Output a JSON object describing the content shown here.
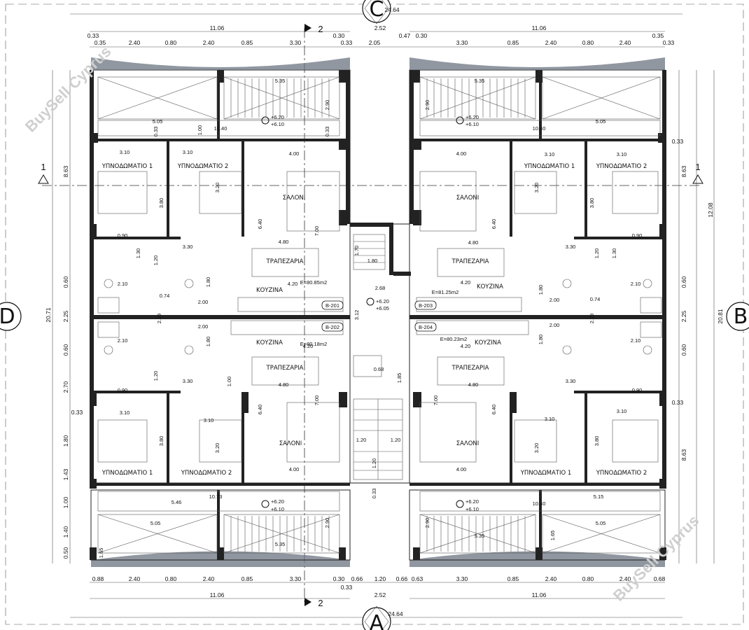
{
  "axes": {
    "top": "C",
    "bottom": "A",
    "left": "D",
    "right": "B"
  },
  "section_marks": {
    "vertical": "2",
    "horizontal": "1"
  },
  "watermarks": [
    "BuySell Cyprus",
    "BuySell Cyprus"
  ],
  "overall_dims": {
    "width": "24.64",
    "half_width": "11.06",
    "height": "20.71",
    "height_right": "20.81",
    "mid_top": "2.52",
    "mid_bottom": "2.52",
    "right_upper": "12.08"
  },
  "top_dims_row1": [
    "0.33",
    "0.35",
    "2.40",
    "0.80",
    "2.40",
    "0.85",
    "3.30",
    "0.33",
    "0.30",
    "2.05",
    "0.47",
    "0.30",
    "3.30",
    "0.85",
    "2.40",
    "0.80",
    "2.40",
    "0.35",
    "0.33"
  ],
  "bottom_dims_row": [
    "0.88",
    "2.40",
    "0.80",
    "2.40",
    "0.85",
    "3.30",
    "0.30",
    "0.66",
    "1.20",
    "0.66",
    "0.63",
    "3.30",
    "0.85",
    "2.40",
    "0.80",
    "2.40",
    "0.68"
  ],
  "bottom_dims_extra": [
    "0.33"
  ],
  "left_dims": [
    "8.63",
    "0.60",
    "2.25",
    "0.60",
    "2.70",
    "0.33",
    "1.80",
    "1.43",
    "1.00",
    "1.40",
    "0.50"
  ],
  "right_dims": [
    "0.33",
    "8.63",
    "0.60",
    "2.25",
    "0.60",
    "0.33",
    "8.63"
  ],
  "rooms": {
    "bedroom1": "ΥΠΝΟΔΩΜΑΤΙΟ 1",
    "bedroom2": "ΥΠΝΟΔΩΜΑΤΙΟ 2",
    "living": "ΣΑΛΟΝΙ",
    "dining": "ΤΡΑΠΕΖΑΡΙΑ",
    "kitchen": "ΚΟΥΖΙΝΑ"
  },
  "flats": {
    "b201": {
      "code": "B-201",
      "area": "E=80.85m2"
    },
    "b202": {
      "code": "B-202",
      "area": "E=80.18m2"
    },
    "b203": {
      "code": "B-203",
      "area": "E=81.25m2"
    },
    "b204": {
      "code": "B-204",
      "area": "E=80.23m2"
    }
  },
  "levels": {
    "upper": "+6.20",
    "lower": "+6.10",
    "stair_upper": "+6.20",
    "stair_lower": "+6.05"
  },
  "inner_dims": {
    "veranda_w": "5.35",
    "terrace_w": "5.05",
    "terrace_l": "10.40",
    "terrace_l_alt": "10.73",
    "terrace_w_alt": "5.46",
    "terrace_w_alt2": "5.15",
    "veranda_d": "2.90",
    "terrace_side": "1.00",
    "terrace_side2": "0.33",
    "bed_w": "3.10",
    "bed_d": "3.80",
    "bed2_d": "3.20",
    "living_w": "4.00",
    "living_d": "6.40",
    "living_d2": "7.00",
    "dining_w": "4.80",
    "kitchen_w": "4.20",
    "hall_w": "3.30",
    "wc_w": "2.00",
    "wc_d": "1.80",
    "shaft": "0.74",
    "shaft2": "2.19",
    "bath_w": "2.10",
    "small1": "0.90",
    "small2": "1.30",
    "small3": "1.20",
    "stair_w": "1.80",
    "stair_d": "1.70",
    "lobby_w": "2.68",
    "lobby_d": "3.12",
    "lift": "0.68",
    "stair_run": "1.20",
    "stair_run2": "1.20",
    "stair_run3": "1.20",
    "stair_side": "1.85",
    "stair_gap": "0.33",
    "terrace_d": "1.65"
  }
}
